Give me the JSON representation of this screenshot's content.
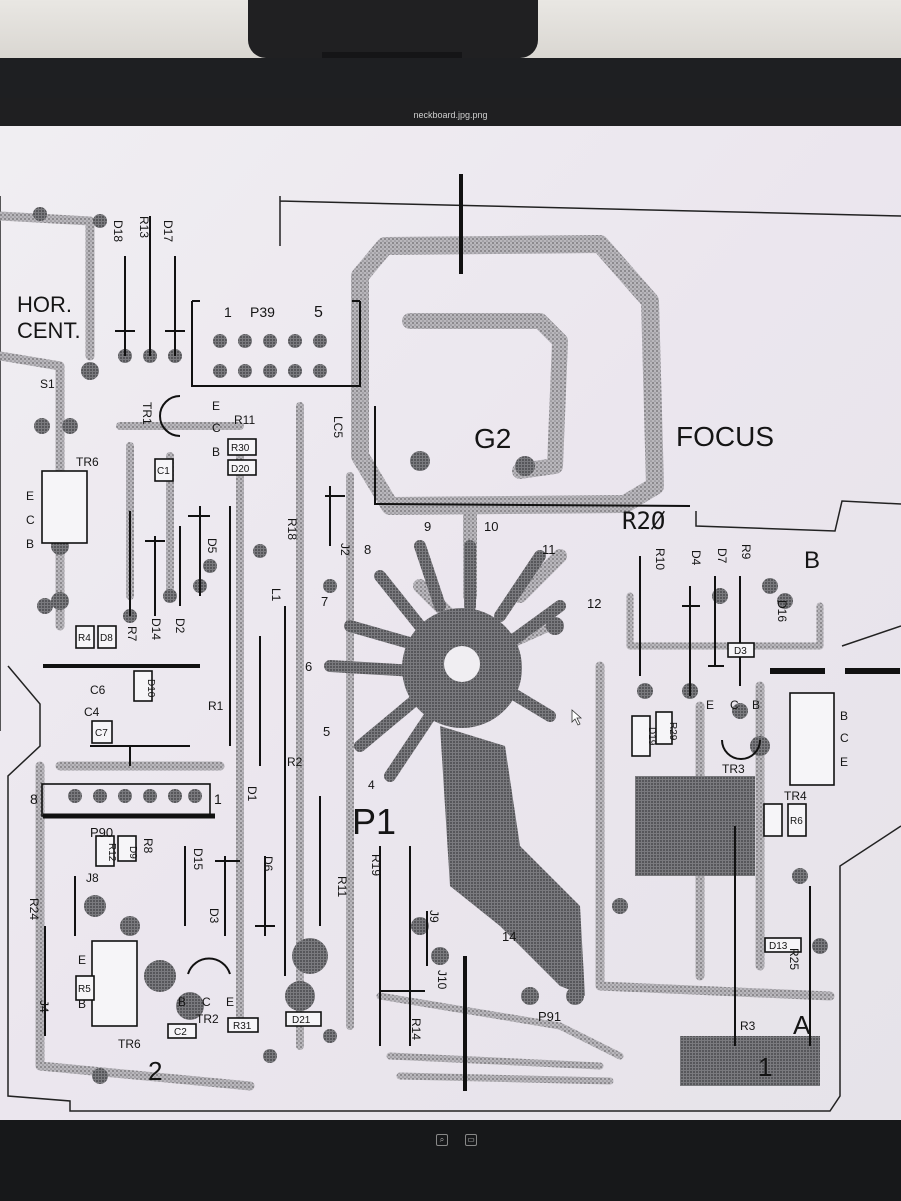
{
  "window": {
    "title": "neckboard.jpg.png"
  },
  "board": {
    "labels": {
      "hor_cent": [
        "HOR.",
        "CENT."
      ],
      "g2": "G2",
      "focus": "FOCUS",
      "r20": "R2Ø",
      "p1": "P1",
      "p39": "P39",
      "p90": "P90",
      "p91": "P91",
      "b_right": "B",
      "a_right": "A",
      "num_1_left": "1",
      "num_5": "5",
      "num_8_left": "8",
      "num_1_row": "1",
      "num_2": "2",
      "num_1_bottom": "1"
    },
    "pins": [
      "4",
      "5",
      "6",
      "7",
      "8",
      "9",
      "10",
      "11",
      "12",
      "14"
    ],
    "components": {
      "d18": "D18",
      "r13": "R13",
      "d17": "D17",
      "s1": "S1",
      "tr1": "TR1",
      "e1": "E",
      "c1": "C",
      "b1": "B",
      "r11": "R11",
      "r30": "R30",
      "d20": "D20",
      "c1cap": "C1",
      "lc5": "LC5",
      "tr6a": "TR6",
      "e_tr6": "E",
      "c_tr6": "C",
      "b_tr6": "B",
      "r18": "R18",
      "j2": "J2",
      "d5": "D5",
      "l1": "L1",
      "r4": "R4",
      "d8": "D8",
      "r7": "R7",
      "d14": "D14",
      "d2": "D2",
      "c6": "C6",
      "d10": "D10",
      "c4": "C4",
      "c7": "C7",
      "r1": "R1",
      "r2": "R2",
      "d1": "D1",
      "r19": "R19",
      "r11b": "R11",
      "r12": "R12",
      "d9": "D9",
      "r8": "R8",
      "d15": "D15",
      "d6": "D6",
      "j8": "J8",
      "d3": "D3",
      "r24": "R24",
      "r5": "R5",
      "j4": "J4",
      "tr5": "TR6",
      "tr2": "TR2",
      "c2": "C2",
      "r31": "R31",
      "d21": "D21",
      "j9": "J9",
      "j10": "J10",
      "r14": "R14",
      "r10": "R10",
      "d4": "D4",
      "d7": "D7",
      "r9": "R9",
      "d16": "D16",
      "d3r": "D3",
      "d19": "D19",
      "r29": "R29",
      "tr3": "TR3",
      "e3": "E",
      "c3": "C",
      "b3": "B",
      "b4": "B",
      "c4t": "C",
      "e4": "E",
      "tr4": "TR4",
      "r6": "R6",
      "r3": "R3",
      "d13": "D13",
      "r25": "R25",
      "b_tr2": "B",
      "c_tr2": "C",
      "e_tr2": "E",
      "e_tr5": "E",
      "b_tr5": "B"
    }
  }
}
